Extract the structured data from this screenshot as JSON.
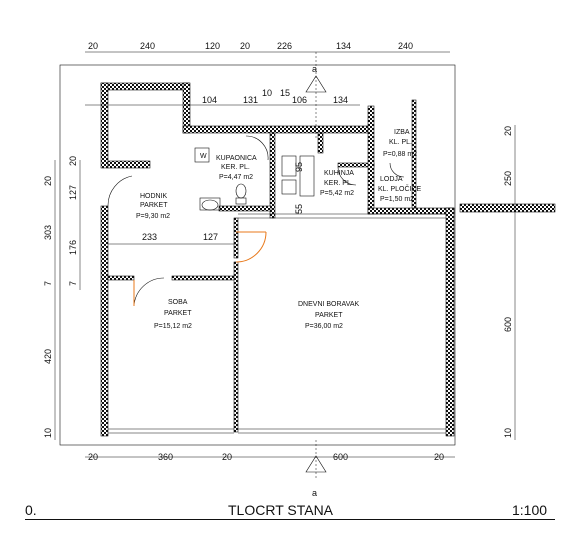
{
  "footer": {
    "number": "0.",
    "title": "TLOCRT STANA",
    "scale": "1:100"
  },
  "section_marker": "a",
  "dims": {
    "top": [
      "20",
      "240",
      "120",
      "20",
      "226",
      "134",
      "240"
    ],
    "inner": [
      "104",
      "131",
      "10",
      "15",
      "106",
      "134"
    ],
    "bottom": [
      "20",
      "360",
      "20",
      "600",
      "20"
    ],
    "left": [
      "20",
      "127",
      "303",
      "176",
      "7",
      "420",
      "10"
    ],
    "left_inner": [
      "20",
      "7"
    ],
    "right": [
      "20",
      "250",
      "600",
      "10"
    ],
    "mid": [
      "233",
      "127"
    ],
    "small": [
      "95",
      "55"
    ]
  },
  "rooms": {
    "hodnik": {
      "name": "HODNIK",
      "floor": "PARKET",
      "area": "P=9,30 m2"
    },
    "kupaonica": {
      "name": "KUPAONICA",
      "floor": "KER. PL.",
      "area": "P=4,47 m2"
    },
    "kuhinja": {
      "name": "KUHINJA",
      "floor": "KER. PL.",
      "area": "P=5,42 m2"
    },
    "izba": {
      "name": "IZBA",
      "floor": "KL. PL.",
      "area": "P=0,88 m2"
    },
    "lodja": {
      "name": "LODJA",
      "floor": "KL. PLOČICE",
      "area": "P=1,50 m2"
    },
    "soba": {
      "name": "SOBA",
      "floor": "PARKET",
      "area": "P=15,12 m2"
    },
    "boravak": {
      "name": "DNEVNI BORAVAK",
      "floor": "PARKET",
      "area": "P=36,00 m2"
    }
  },
  "fixtures": {
    "washer": "W"
  }
}
